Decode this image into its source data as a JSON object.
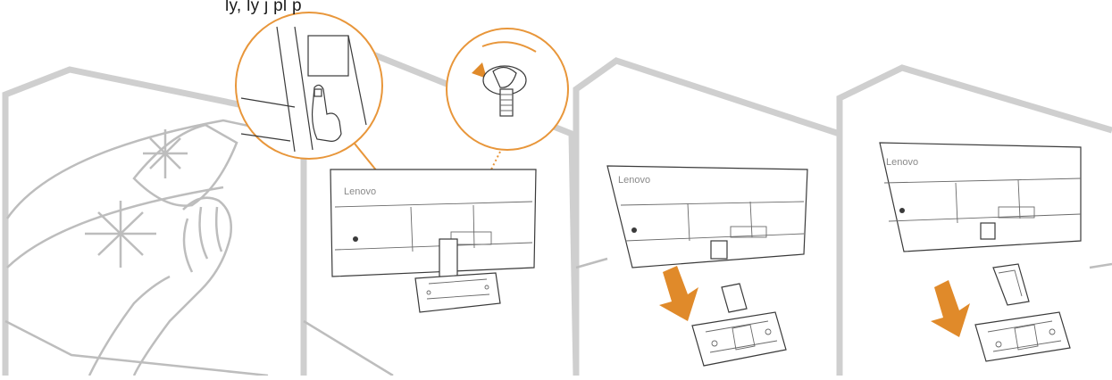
{
  "caption_fragment": "ly, ly  j                 pl  p",
  "panels": [
    {
      "id": "step-1",
      "description_icon": "wipe-panel-hand-icon"
    },
    {
      "id": "step-2",
      "description_icon": "release-stand-button-icon",
      "brand": "Lenovo"
    },
    {
      "id": "step-3",
      "description_icon": "remove-stand-icon",
      "brand": "Lenovo"
    },
    {
      "id": "step-4",
      "description_icon": "remove-base-icon",
      "brand": "Lenovo"
    }
  ],
  "colors": {
    "accent": "#e8963a",
    "arrow": "#e08a2a",
    "wall": "#cfcfcf",
    "ink": "#3a3a3a"
  }
}
